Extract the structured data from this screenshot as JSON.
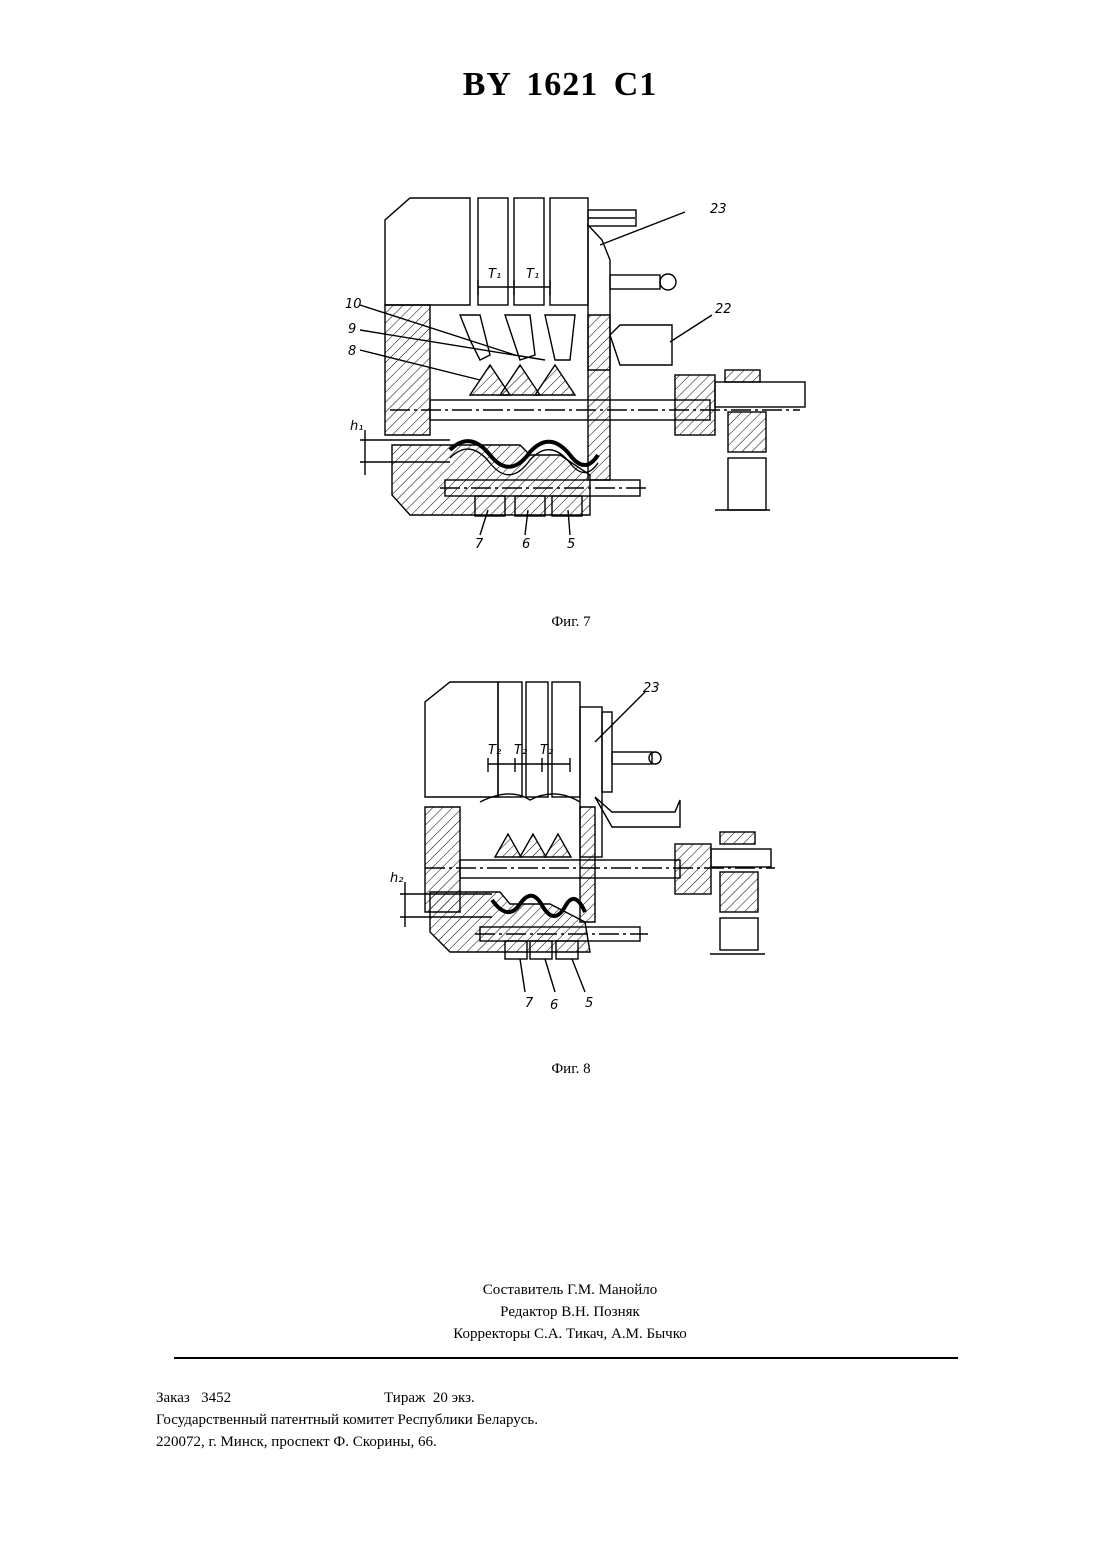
{
  "header": {
    "patent_number": "BY 1621 C1"
  },
  "figures": [
    {
      "caption": "Фиг. 7",
      "labels": {
        "l23": "23",
        "l22": "22",
        "l10": "10",
        "l9": "9",
        "l8": "8",
        "l7": "7",
        "l6": "6",
        "l5": "5",
        "t1": "T₁",
        "t2": "T₁",
        "h": "h₁"
      }
    },
    {
      "caption": "Фиг. 8",
      "labels": {
        "l23": "23",
        "l7": "7",
        "l6": "6",
        "l5": "5",
        "t1": "T₂",
        "t2": "T₂",
        "t3": "T₂",
        "h": "h₂"
      }
    }
  ],
  "credits": {
    "compiler": "Составитель Г.М. Манойло",
    "editor": "Редактор В.Н. Позняк",
    "correctors": "Корректоры С.А. Тикач, А.М. Бычко"
  },
  "imprint": {
    "order": "Заказ   3452",
    "circulation": "Тираж  20 экз.",
    "publisher": "Государственный патентный комитет Республики Беларусь.",
    "address": "220072, г. Минск, проспект Ф. Скорины, 66."
  }
}
